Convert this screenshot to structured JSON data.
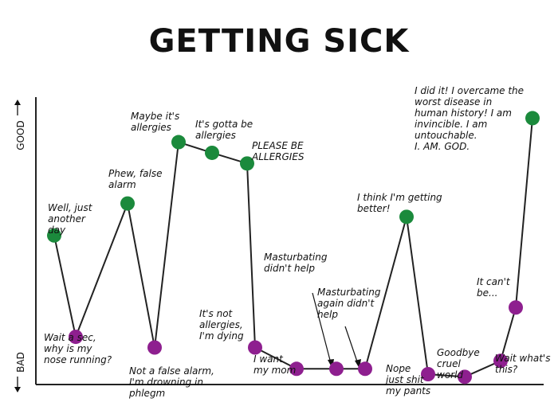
{
  "chart_data": {
    "type": "line",
    "title": "GETTING SICK",
    "ylabel_top": "GOOD",
    "ylabel_bottom": "BAD",
    "ylim": [
      0,
      100
    ],
    "colors": {
      "good": "#1b8a3c",
      "bad": "#8e1f8f",
      "line": "#222222"
    },
    "points": [
      {
        "y": 52,
        "mood": "good",
        "label": "Well, just\nanother\nday"
      },
      {
        "y": 14,
        "mood": "bad",
        "label": "Wait a sec,\nwhy is my\nnose running?"
      },
      {
        "y": 64,
        "mood": "good",
        "label": "Phew, false\nalarm"
      },
      {
        "y": 10,
        "mood": "bad",
        "label": "Not a false alarm,\nI'm drowning in\nphlegm"
      },
      {
        "y": 87,
        "mood": "good",
        "label": "Maybe it's\nallergies"
      },
      {
        "y": 83,
        "mood": "good",
        "label": "It's gotta be\nallergies"
      },
      {
        "y": 79,
        "mood": "good",
        "label": "PLEASE BE\nALLERGIES"
      },
      {
        "y": 10,
        "mood": "bad",
        "label": "It's not\nallergies,\nI'm dying"
      },
      {
        "y": 2,
        "mood": "bad",
        "label": "I want\nmy mom"
      },
      {
        "y": 2,
        "mood": "bad",
        "label": "Masturbating\ndidn't help"
      },
      {
        "y": 2,
        "mood": "bad",
        "label": "Masturbating\nagain didn't\nhelp"
      },
      {
        "y": 59,
        "mood": "good",
        "label": "I think I'm getting\nbetter!"
      },
      {
        "y": 0,
        "mood": "bad",
        "label": "Nope\njust shit\nmy pants"
      },
      {
        "y": -1,
        "mood": "bad",
        "label": "Goodbye\ncruel\nworld"
      },
      {
        "y": 5,
        "mood": "bad",
        "label": "Wait what's\nthis?"
      },
      {
        "y": 25,
        "mood": "bad",
        "label": "It can't\nbe..."
      },
      {
        "y": 96,
        "mood": "good",
        "label": "I did it! I overcame the\nworst disease in\nhuman history! I am\ninvincible. I am\nuntouchable.\nI. AM. GOD."
      }
    ]
  }
}
